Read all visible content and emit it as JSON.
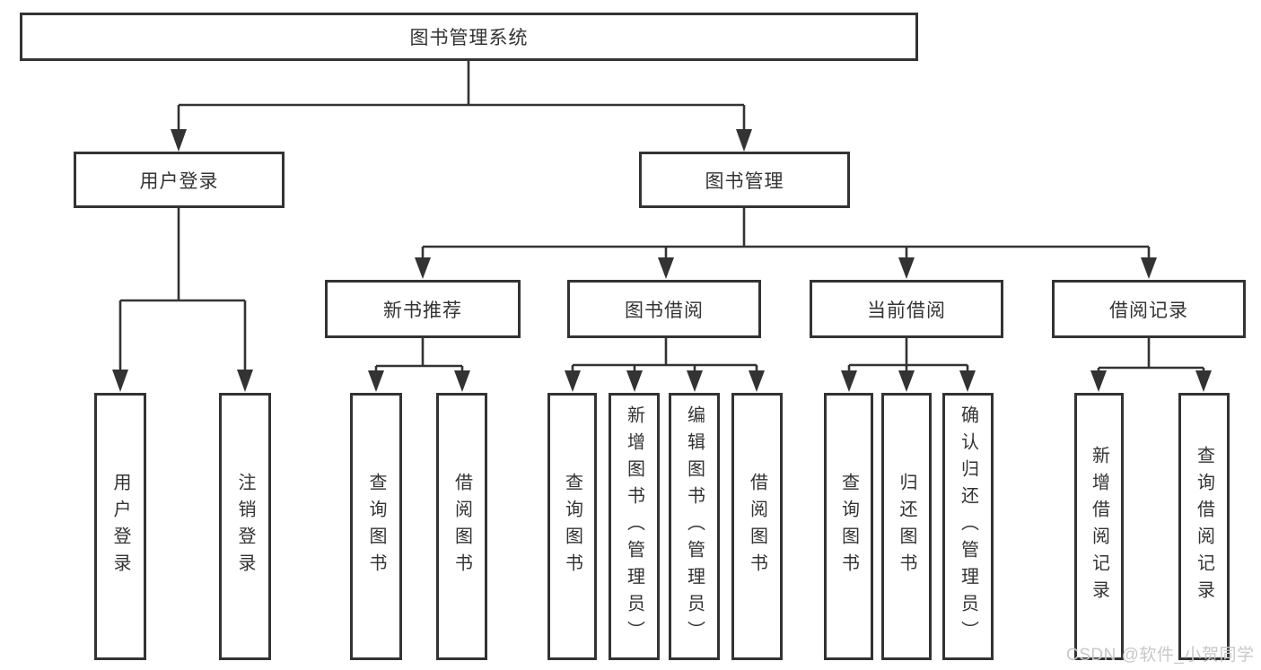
{
  "diagram": {
    "root": {
      "label": "图书管理系统"
    },
    "level2": [
      {
        "label": "用户登录"
      },
      {
        "label": "图书管理"
      }
    ],
    "level3": [
      {
        "label": "新书推荐"
      },
      {
        "label": "图书借阅"
      },
      {
        "label": "当前借阅"
      },
      {
        "label": "借阅记录"
      }
    ],
    "leaves": [
      {
        "label": "用户登录"
      },
      {
        "label": "注销登录"
      },
      {
        "label": "查询图书"
      },
      {
        "label": "借阅图书"
      },
      {
        "label": "查询图书"
      },
      {
        "label": "新增图书（管理员）"
      },
      {
        "label": "编辑图书（管理员）"
      },
      {
        "label": "借阅图书"
      },
      {
        "label": "查询图书"
      },
      {
        "label": "归还图书"
      },
      {
        "label": "确认归还（管理员）"
      },
      {
        "label": "新增借阅记录"
      },
      {
        "label": "查询借阅记录"
      }
    ],
    "colors": {
      "line": "#333333",
      "text": "#333333",
      "background": "#ffffff",
      "watermark": "#c8c8c8"
    }
  },
  "watermark": {
    "text": "CSDN @软件_小贺同学"
  }
}
